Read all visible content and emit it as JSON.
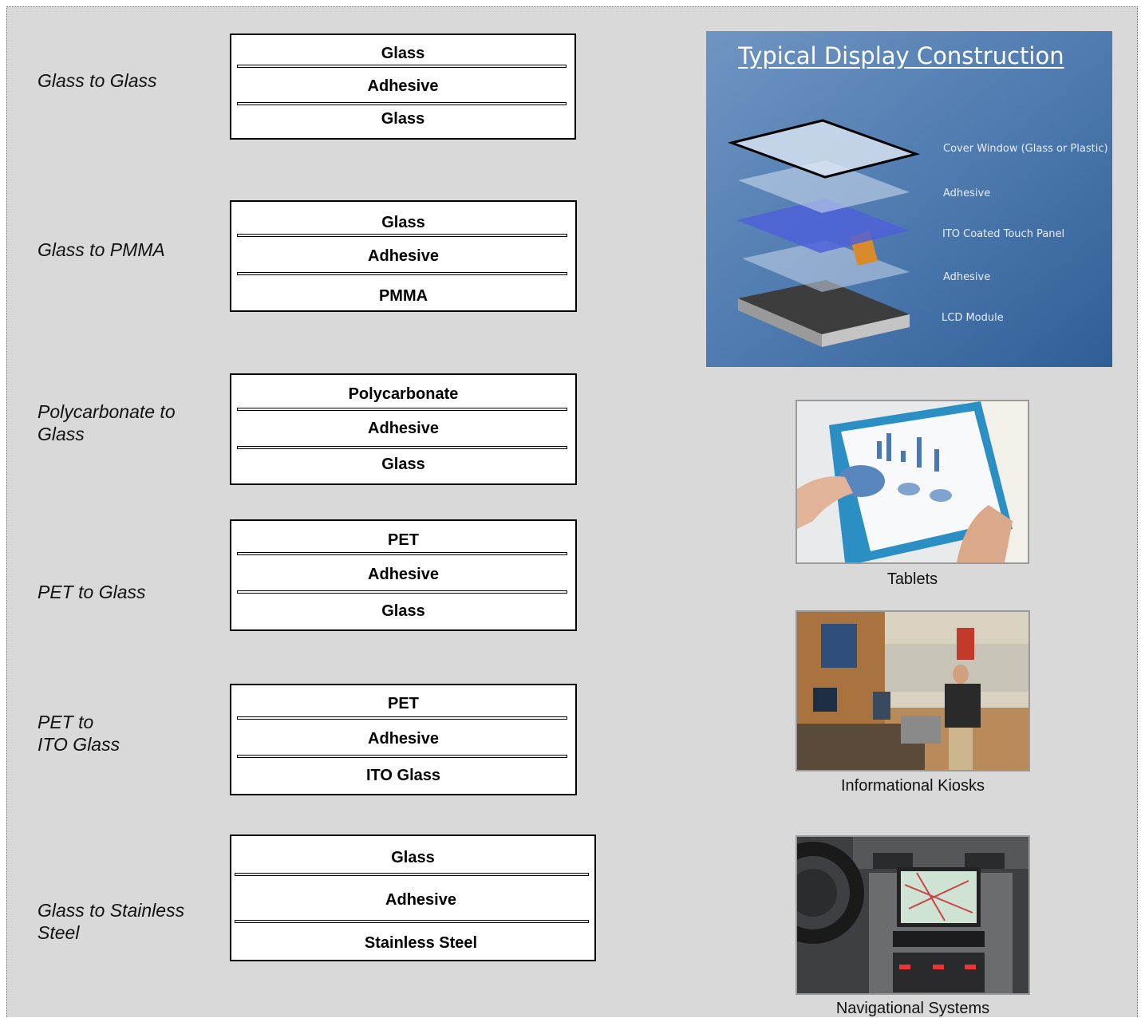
{
  "rows": [
    {
      "label": "Glass to Glass",
      "layers": [
        "Glass",
        "Adhesive",
        "Glass"
      ]
    },
    {
      "label": "Glass to PMMA",
      "layers": [
        "Glass",
        "Adhesive",
        "PMMA"
      ]
    },
    {
      "label": "Polycarbonate to\nGlass",
      "layers": [
        "Polycarbonate",
        "Adhesive",
        "Glass"
      ]
    },
    {
      "label": "PET to Glass",
      "layers": [
        "PET",
        "Adhesive",
        "Glass"
      ]
    },
    {
      "label": "PET to\nITO Glass",
      "layers": [
        "PET",
        "Adhesive",
        "ITO Glass"
      ]
    },
    {
      "label": "Glass to Stainless\nSteel",
      "layers": [
        "Glass",
        "Adhesive",
        "Stainless Steel"
      ]
    }
  ],
  "construction": {
    "title": "Typical Display Construction",
    "layers": [
      "Cover Window (Glass or Plastic)",
      "Adhesive",
      "ITO Coated Touch Panel",
      "Adhesive",
      "LCD Module"
    ]
  },
  "applications": [
    {
      "caption": "Tablets"
    },
    {
      "caption": "Informational Kiosks"
    },
    {
      "caption": "Navigational Systems"
    }
  ],
  "colors": {
    "background": "#d9d9d9",
    "panel_blue": "#3f6fa5"
  }
}
